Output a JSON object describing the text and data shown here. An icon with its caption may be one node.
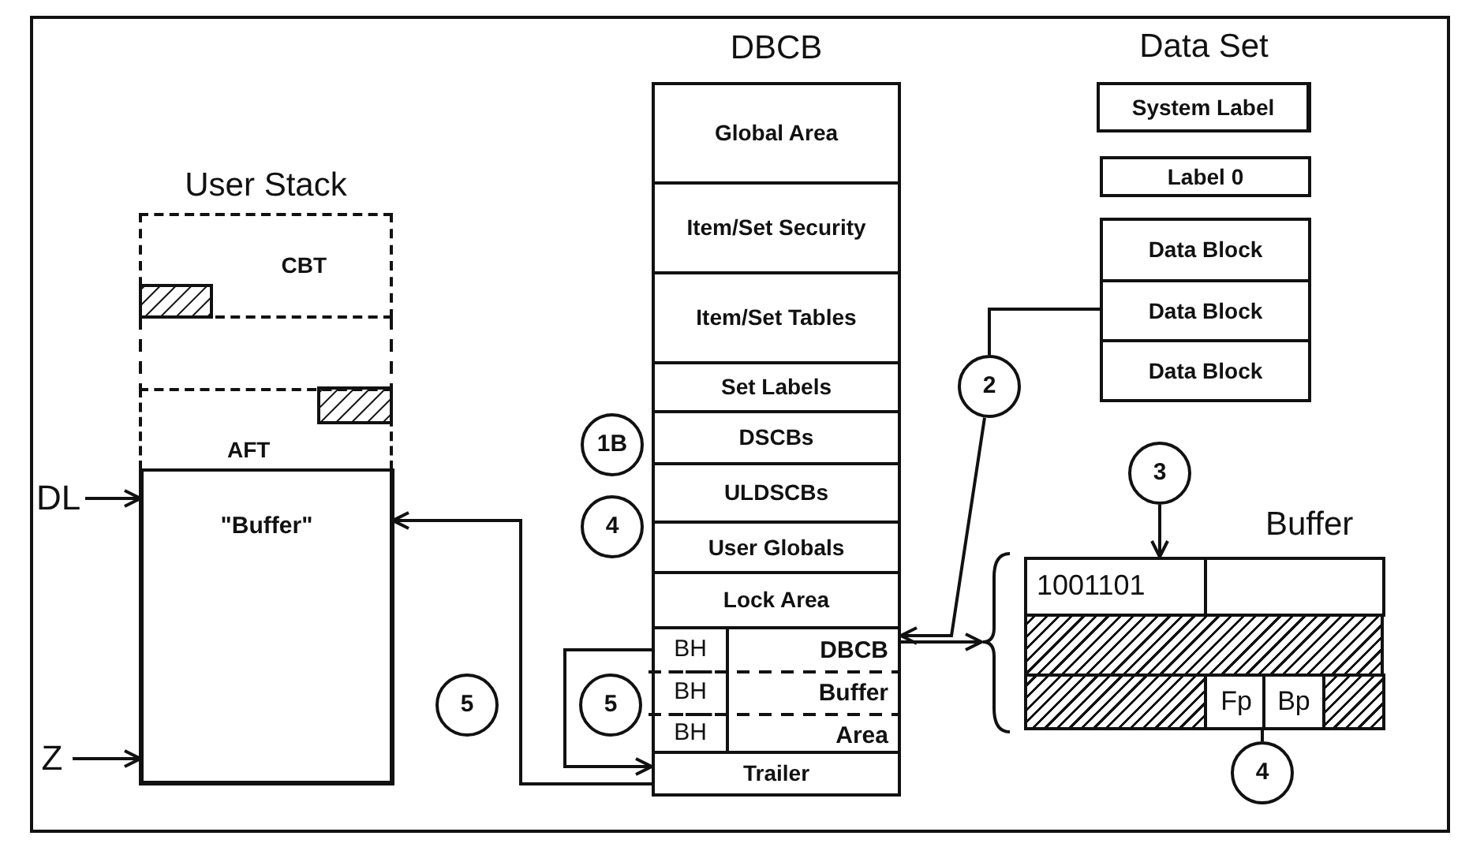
{
  "diagram": {
    "nodes": [
      {
        "text": [
          "User Stack"
        ]
      },
      {
        "text": [
          "CBT"
        ],
        "in": 0
      },
      {
        "text": [
          "AFT"
        ],
        "in": 0
      },
      {
        "text": [
          "\"Buffer\""
        ],
        "in": 0
      },
      {
        "text": [
          "DL"
        ]
      },
      {
        "text": [
          "Z"
        ]
      },
      {
        "text": [
          "DBCB"
        ]
      },
      {
        "text": [
          "Global Area"
        ],
        "in": 6
      },
      {
        "text": [
          "Item/Set Security"
        ],
        "in": 6
      },
      {
        "text": [
          "Item/Set Tables"
        ],
        "in": 6
      },
      {
        "text": [
          "Set Labels"
        ],
        "in": 6
      },
      {
        "text": [
          "DSCBs"
        ],
        "in": 6
      },
      {
        "text": [
          "ULDSCBs"
        ],
        "in": 6
      },
      {
        "text": [
          "User Globals"
        ],
        "in": 6
      },
      {
        "text": [
          "Lock Area"
        ],
        "in": 6
      },
      {
        "text": [
          "BH"
        ],
        "in": 6
      },
      {
        "text": [
          "BH"
        ],
        "in": 6
      },
      {
        "text": [
          "BH"
        ],
        "in": 6
      },
      {
        "text": [
          "DBCB Buffer Area"
        ],
        "in": 6
      },
      {
        "text": [
          "Trailer"
        ],
        "in": 6
      },
      {
        "text": [
          "System Label"
        ]
      },
      {
        "text": [
          "Label 0"
        ]
      },
      {
        "text": [
          "Data Block"
        ]
      },
      {
        "text": [
          "Data Block"
        ]
      },
      {
        "text": [
          "Data Block"
        ]
      },
      {
        "text": [
          "Buffer"
        ]
      },
      {
        "text": [
          "1001101"
        ],
        "in": 25
      },
      {
        "text": [],
        "shape": "box",
        "in": 25
      },
      {
        "text": [
          "Fp"
        ],
        "in": 25
      },
      {
        "text": [
          "Bp"
        ],
        "in": 25
      },
      {
        "text": [
          "1B"
        ]
      },
      {
        "text": [
          "4"
        ]
      },
      {
        "text": [
          "2"
        ]
      },
      {
        "text": [
          "5"
        ]
      },
      {
        "text": [
          "5"
        ]
      },
      {
        "text": [
          "3"
        ]
      },
      {
        "text": [
          "4"
        ]
      },
      {
        "text": [],
        "shape": "box",
        "in": 25
      },
      {
        "text": [],
        "shape": "box",
        "in": 25
      },
      {
        "text": [],
        "shape": "box",
        "in": 25
      }
    ],
    "edges": [
      {
        "from": 4,
        "to": 3,
        "arrow": "to"
      },
      {
        "from": 5,
        "to": 3,
        "arrow": "to"
      },
      {
        "from": 19,
        "to": 3,
        "arrow": "to"
      },
      {
        "from": 15,
        "to": 19,
        "arrow": "to"
      },
      {
        "from": 23,
        "to": 32,
        "arrow": "none"
      },
      {
        "from": 32,
        "to": 18,
        "arrow": "to"
      },
      {
        "from": 18,
        "to": 25,
        "arrow": "to"
      },
      {
        "from": 35,
        "to": 26,
        "arrow": "to"
      },
      {
        "from": 36,
        "to": 28,
        "arrow": "none"
      }
    ],
    "labels": [
      "Data Set"
    ]
  }
}
